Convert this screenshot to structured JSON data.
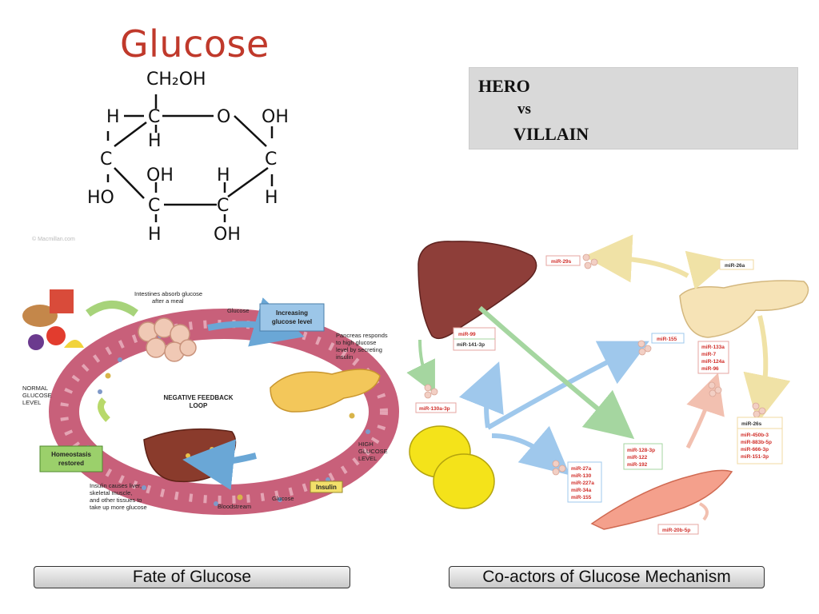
{
  "glucose": {
    "title": "Glucose",
    "ch2oh": "CH₂OH",
    "atoms": {
      "h": "H",
      "c": "C",
      "o": "O",
      "oh": "OH",
      "ho": "HO"
    },
    "credit": "© Macmillan.com"
  },
  "hero_box": {
    "line1": "HERO",
    "line2": "vs",
    "line3": "VILLAIN"
  },
  "feedback": {
    "intestines": [
      "Intestines absorb glucose",
      "after a meal"
    ],
    "glucose_top": "Glucose",
    "increasing": [
      "Increasing",
      "glucose level"
    ],
    "pancreas": [
      "Pancreas responds",
      "to high glucose",
      "level by secreting",
      "insulin"
    ],
    "normal": [
      "NORMAL",
      "GLUCOSE",
      "LEVEL"
    ],
    "center": [
      "NEGATIVE FEEDBACK",
      "LOOP"
    ],
    "high": [
      "HIGH",
      "GLUCOSE",
      "LEVEL"
    ],
    "homeostasis": [
      "Homeostasis",
      "restored"
    ],
    "insulin": "Insulin",
    "insulin_causes": [
      "Insulin causes liver,",
      "skeletal muscle,",
      "and other tissues to",
      "take up more glucose"
    ],
    "glucose_bottom": "Glucose",
    "bloodstream": "Bloodstream"
  },
  "mirna": {
    "liver_box": [
      "miR-99",
      "miR-141-3p"
    ],
    "mir29s": "miR-29s",
    "mir26a": "miR-26a",
    "mir155": "miR-155",
    "pancreas_box": [
      "miR-133a",
      "miR-7",
      "miR-124a",
      "miR-96"
    ],
    "mir130a": "miR-130a-3p",
    "mir26s_title": "miR-26s",
    "mir26s_list": [
      "miR-450b-3",
      "miR-883b-5p",
      "miR-666-3p",
      "miR-151-3p"
    ],
    "muscle_box": [
      "miR-128-3p",
      "miR-122",
      "miR-192"
    ],
    "fat_box": [
      "miR-27a",
      "miR-130",
      "miR-227a",
      "miR-34a",
      "miR-155"
    ],
    "mir20b": "miR-20b-5p"
  },
  "captions": {
    "left": "Fate of Glucose",
    "right": "Co-actors of Glucose Mechanism"
  }
}
